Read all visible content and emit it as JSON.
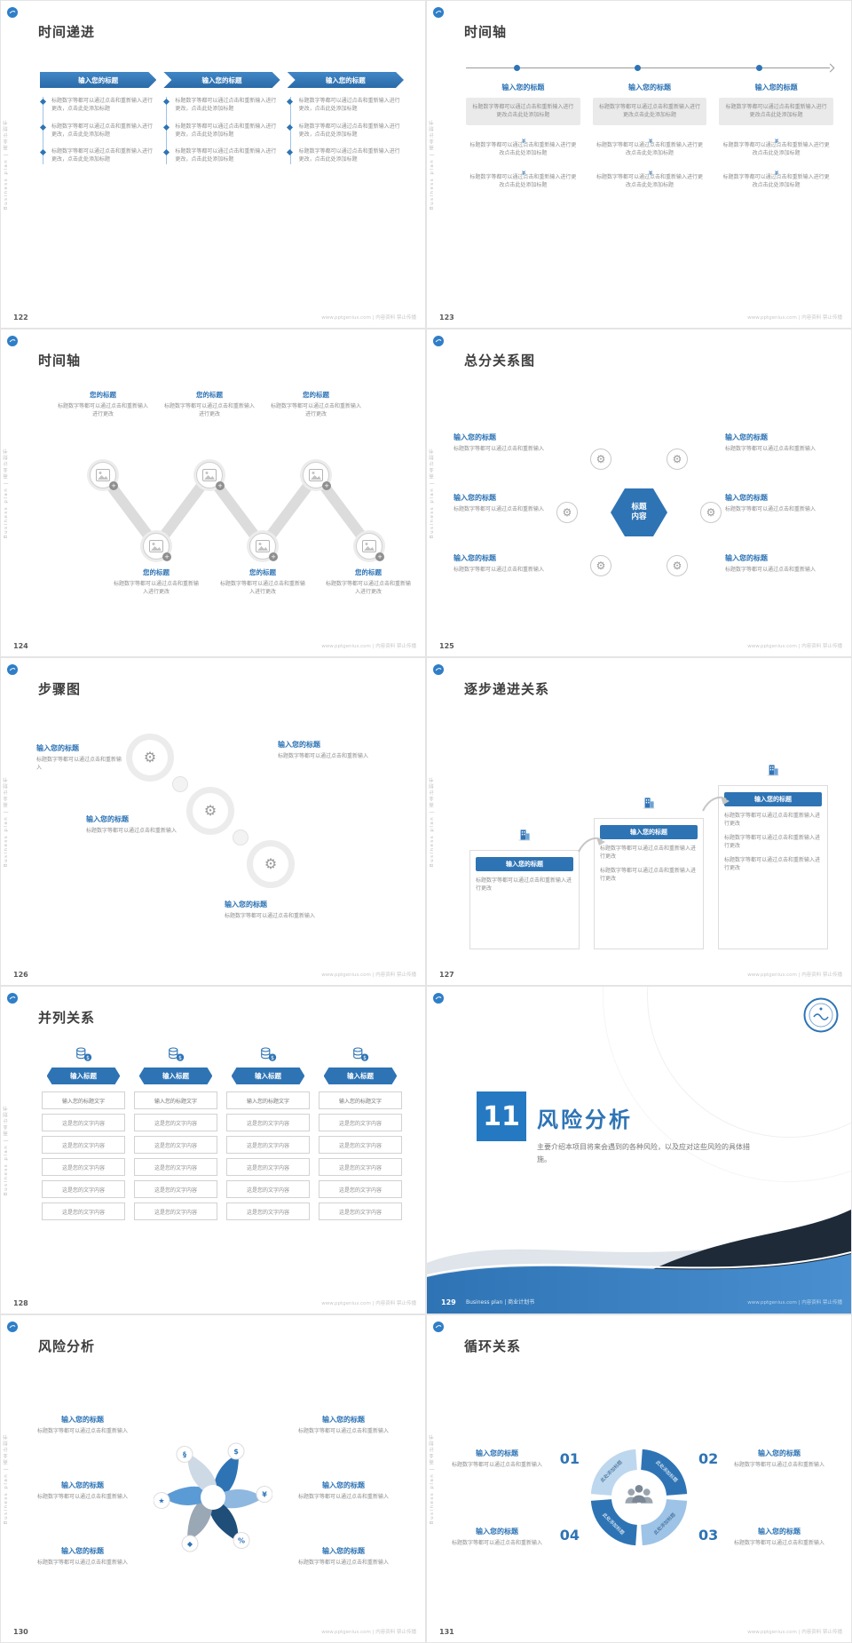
{
  "theme": {
    "accent_blue": "#2e74b5",
    "light_blue": "#9dc3e6",
    "dark_navy": "#1e2a38"
  },
  "common": {
    "sidebar_text": "Business plan | 商业计划书",
    "footer_site": "www.pptgenius.com | 内容资料 禁止传播"
  },
  "icons": {
    "gear": "⚙",
    "plus": "+",
    "double_chevron": "»",
    "dollar": "$",
    "yen": "¥",
    "percent": "%",
    "diamond": "◆",
    "star": "★",
    "section": "§"
  },
  "slides": {
    "s122": {
      "page": "122",
      "title": "时间递进",
      "header": "输入您的标题",
      "item_text": "标题数字等都可以通过点击和重新输入进行更改，点击此处添加标题"
    },
    "s123": {
      "page": "123",
      "title": "时间轴",
      "col_title": "输入您的标题",
      "box_text": "标题数字等都可以通过点击和重新输入进行更改点击此处添加标题",
      "body_text": "标题数字等都可以通过点击和重新输入进行更改点击此处添加标题"
    },
    "s124": {
      "page": "124",
      "title": "时间轴",
      "node_title": "您的标题",
      "node_text": "标题数字等都可以通过点击和重新输入进行更改"
    },
    "s125": {
      "page": "125",
      "title": "总分关系图",
      "center_label": "标题内容",
      "item_title": "输入您的标题",
      "item_text": "标题数字等都可以通过点击和重新输入"
    },
    "s126": {
      "page": "126",
      "title": "步骤图",
      "item_title": "输入您的标题",
      "item_text": "标题数字等都可以通过点击和重新输入"
    },
    "s127": {
      "page": "127",
      "title": "逐步递进关系",
      "box_title": "输入您的标题",
      "box_text": "标题数字等都可以通过点击和重新输入进行更改"
    },
    "s128": {
      "page": "128",
      "title": "并列关系",
      "banner": "输入标题",
      "row_header": "输入您的标题文字",
      "row_cell": "这是您的文字内容"
    },
    "s129": {
      "page": "129",
      "chapter_number": "11",
      "chapter_title": "风险分析",
      "chapter_desc": "主要介绍本项目将来会遇到的各种风险，以及应对这些风险的具体措施。",
      "footer_text": "Business plan | 商业计划书"
    },
    "s130": {
      "page": "130",
      "title": "风险分析",
      "item_title": "输入您的标题",
      "item_text": "标题数字等都可以通过点击和重新输入"
    },
    "s131": {
      "page": "131",
      "title": "循环关系",
      "item_title": "输入您的标题",
      "item_text": "标题数字等都可以通过点击和重新输入",
      "arc_label": "此处添加标题",
      "num1": "01",
      "num2": "02",
      "num3": "03",
      "num4": "04"
    }
  }
}
